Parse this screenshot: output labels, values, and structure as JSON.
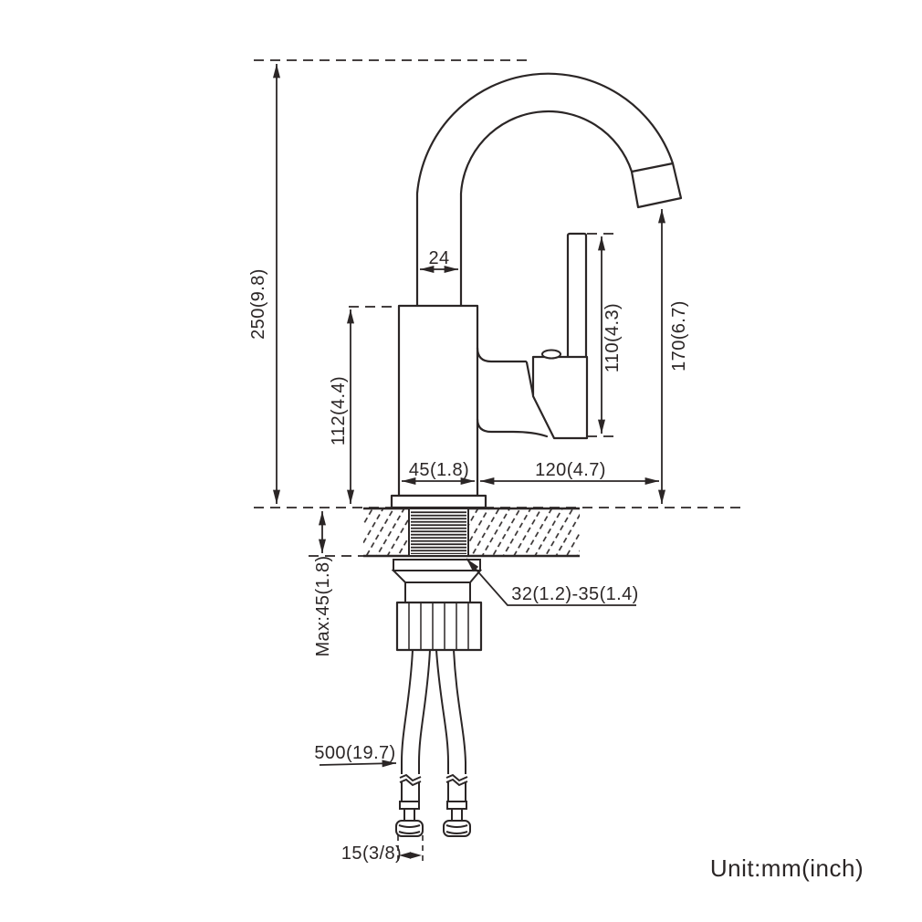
{
  "page": {
    "background": "#ffffff",
    "line_color": "#2b2626"
  },
  "diagram": {
    "title": "faucet-installation-dimension-drawing",
    "unit_label": "Unit:mm(inch)",
    "dimensions": {
      "total_height": "250(9.8)",
      "spout_tube_width": "24",
      "handle_height": "110(4.3)",
      "spout_outlet_height": "170(6.7)",
      "body_height": "112(4.4)",
      "base_width": "45(1.8)",
      "spout_reach": "120(4.7)",
      "max_counter_thickness": "Max:45(1.8)",
      "mounting_hole_range": "32(1.2)-35(1.4)",
      "hose_length": "500(19.7)",
      "hose_fitting_size": "15(3/8)"
    }
  }
}
